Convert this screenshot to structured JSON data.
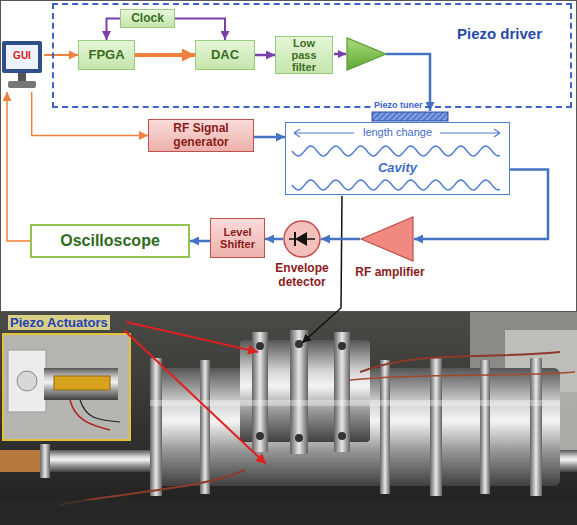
{
  "diagram": {
    "nodes": [
      {
        "text": [
          "GUI"
        ]
      },
      {
        "text": [
          "Piezo driver"
        ]
      },
      {
        "text": [
          "Clock"
        ],
        "in": 1
      },
      {
        "text": [
          "FPGA"
        ],
        "in": 1
      },
      {
        "text": [
          "DAC"
        ],
        "in": 1
      },
      {
        "text": [
          "Low pass filter"
        ],
        "in": 1
      },
      {
        "text": [
          "RF Signal generator"
        ]
      },
      {
        "text": [
          "length change",
          "Cavity"
        ]
      },
      {
        "text": [
          "Oscilloscope"
        ]
      },
      {
        "text": [
          "Level Shifter"
        ]
      },
      {
        "text": [
          "Envelope detector"
        ]
      },
      {
        "text": [
          "RF amplifier"
        ]
      }
    ],
    "edges": [
      {
        "from": 0,
        "to": 3,
        "arrow": "to"
      },
      {
        "from": 2,
        "to": 3,
        "arrow": "to"
      },
      {
        "from": 2,
        "to": 4,
        "arrow": "to"
      },
      {
        "from": 3,
        "to": 4,
        "arrow": "to"
      },
      {
        "from": 4,
        "to": 5,
        "arrow": "to"
      },
      {
        "from": 0,
        "to": 6,
        "arrow": "to"
      },
      {
        "from": 6,
        "to": 7,
        "arrow": "to"
      },
      {
        "from": 7,
        "to": 11,
        "arrow": "to"
      },
      {
        "from": 11,
        "to": 10,
        "arrow": "to"
      },
      {
        "from": 10,
        "to": 9,
        "arrow": "to"
      },
      {
        "from": 9,
        "to": 8,
        "arrow": "to"
      },
      {
        "from": 8,
        "to": 0,
        "arrow": "to"
      }
    ],
    "labels": [
      "Piezo tuner",
      "Piezo Actuators"
    ]
  }
}
